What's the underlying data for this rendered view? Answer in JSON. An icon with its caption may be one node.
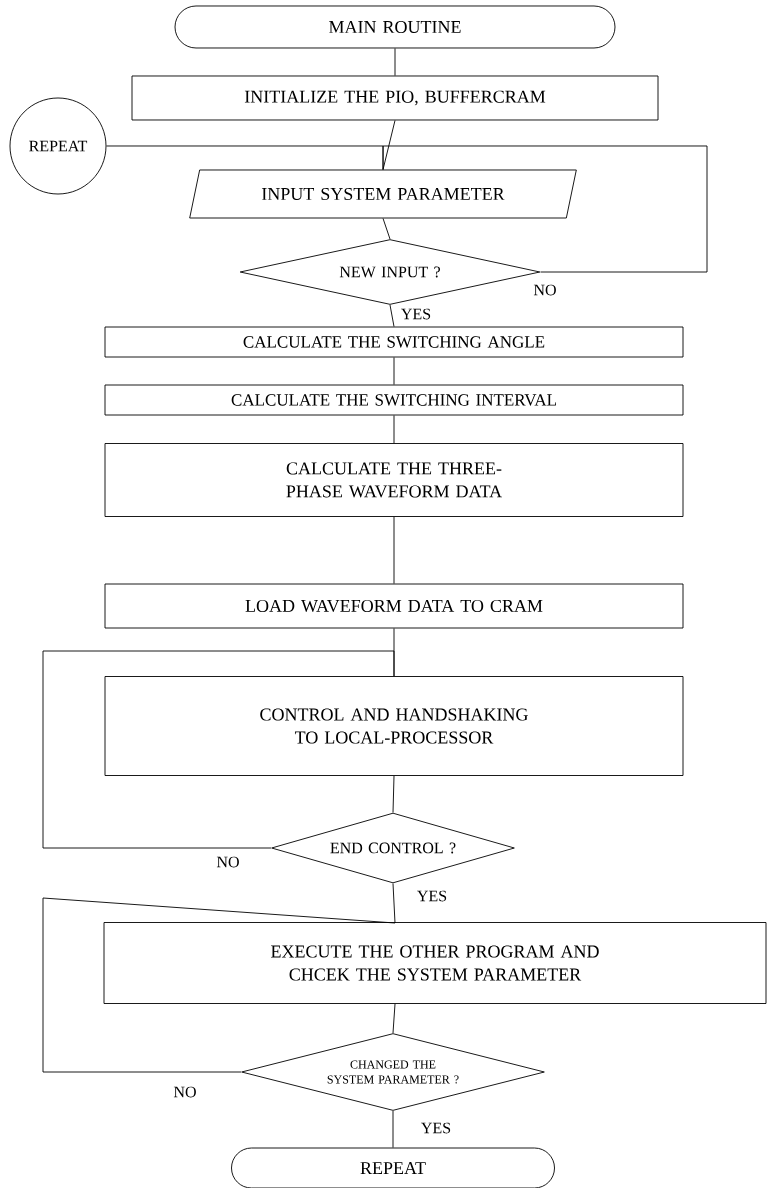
{
  "diagram": {
    "nodes": [
      {
        "text": [
          "MAIN ROUTINE"
        ]
      },
      {
        "text": [
          "INITIALIZE THE PIO, BUFFERCRAM"
        ]
      },
      {
        "text": [
          "REPEAT"
        ]
      },
      {
        "text": [
          "INPUT SYSTEM PARAMETER"
        ]
      },
      {
        "text": [
          "NEW INPUT ?"
        ]
      },
      {
        "text": [
          "CALCULATE THE SWITCHING ANGLE"
        ]
      },
      {
        "text": [
          "CALCULATE THE SWITCHING INTERVAL"
        ]
      },
      {
        "text": [
          "CALCULATE THE THREE-PHASE WAVEFORM DATA"
        ]
      },
      {
        "text": [
          "LOAD WAVEFORM DATA TO CRAM"
        ]
      },
      {
        "text": [
          "CONTROL AND HANDSHAKING TO LOCAL-PROCESSOR"
        ]
      },
      {
        "text": [
          "END CONTROL ?"
        ]
      },
      {
        "text": [
          "EXECUTE THE OTHER PROGRAM AND CHCEK THE SYSTEM PARAMETER"
        ]
      },
      {
        "text": [
          "CHANGED THE SYSTEM PARAMETER ?"
        ]
      },
      {
        "text": [
          "REPEAT"
        ]
      }
    ],
    "edges": [
      {
        "from": 0,
        "to": 1,
        "arrow": "none"
      },
      {
        "from": 1,
        "to": 3,
        "arrow": "none"
      },
      {
        "from": 2,
        "to": 3,
        "arrow": "none"
      },
      {
        "from": 3,
        "to": 4,
        "arrow": "none"
      },
      {
        "from": 4,
        "to": 3,
        "arrow": "none",
        "label": "NO"
      },
      {
        "from": 4,
        "to": 5,
        "arrow": "none",
        "label": "YES"
      },
      {
        "from": 5,
        "to": 6,
        "arrow": "none"
      },
      {
        "from": 6,
        "to": 7,
        "arrow": "none"
      },
      {
        "from": 7,
        "to": 8,
        "arrow": "none"
      },
      {
        "from": 8,
        "to": 9,
        "arrow": "none"
      },
      {
        "from": 9,
        "to": 10,
        "arrow": "none"
      },
      {
        "from": 10,
        "to": 9,
        "arrow": "none",
        "label": "NO"
      },
      {
        "from": 10,
        "to": 11,
        "arrow": "none",
        "label": "YES"
      },
      {
        "from": 11,
        "to": 12,
        "arrow": "none"
      },
      {
        "from": 12,
        "to": 11,
        "arrow": "none",
        "label": "NO"
      },
      {
        "from": 12,
        "to": 13,
        "arrow": "none",
        "label": "YES"
      }
    ]
  }
}
